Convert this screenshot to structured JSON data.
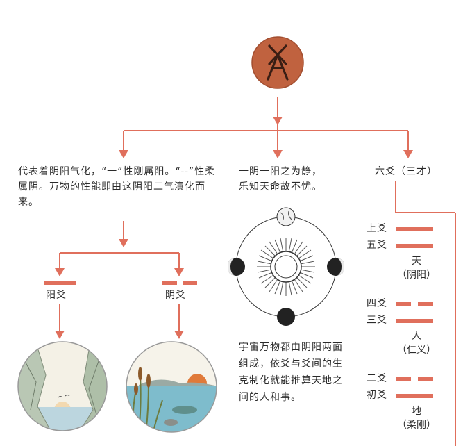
{
  "colors": {
    "line": "#e06f5c",
    "coin": "#c0623f",
    "coin_glyph": "#3a1e14",
    "text": "#2a2a2a"
  },
  "top_symbol": {
    "icon": "yao-glyph-icon"
  },
  "branch_left": {
    "text": "代表着阴阳气化，“一”性刚属阳。“--”性柔属阴。万物的性能即由这阴阳二气演化而来。"
  },
  "branch_middle": {
    "text": "一阴一阳之为静，乐知天命故不忧。",
    "caption": "宇宙万物都由阴阳两面组成，依爻与爻间的生克制化就能推算天地之间的人和事。"
  },
  "branch_right": {
    "title": "六爻（三才）",
    "lines": [
      {
        "label": "上爻",
        "type": "yang"
      },
      {
        "label": "五爻",
        "type": "yang"
      },
      {
        "label": "四爻",
        "type": "yin"
      },
      {
        "label": "三爻",
        "type": "yang"
      },
      {
        "label": "二爻",
        "type": "yin"
      },
      {
        "label": "初爻",
        "type": "yang"
      }
    ],
    "groups": [
      {
        "name": "天",
        "note": "（阴阳）"
      },
      {
        "name": "人",
        "note": "（仁义）"
      },
      {
        "name": "地",
        "note": "（柔刚）"
      }
    ]
  },
  "yang_label": "阳爻",
  "yin_label": "阴爻"
}
